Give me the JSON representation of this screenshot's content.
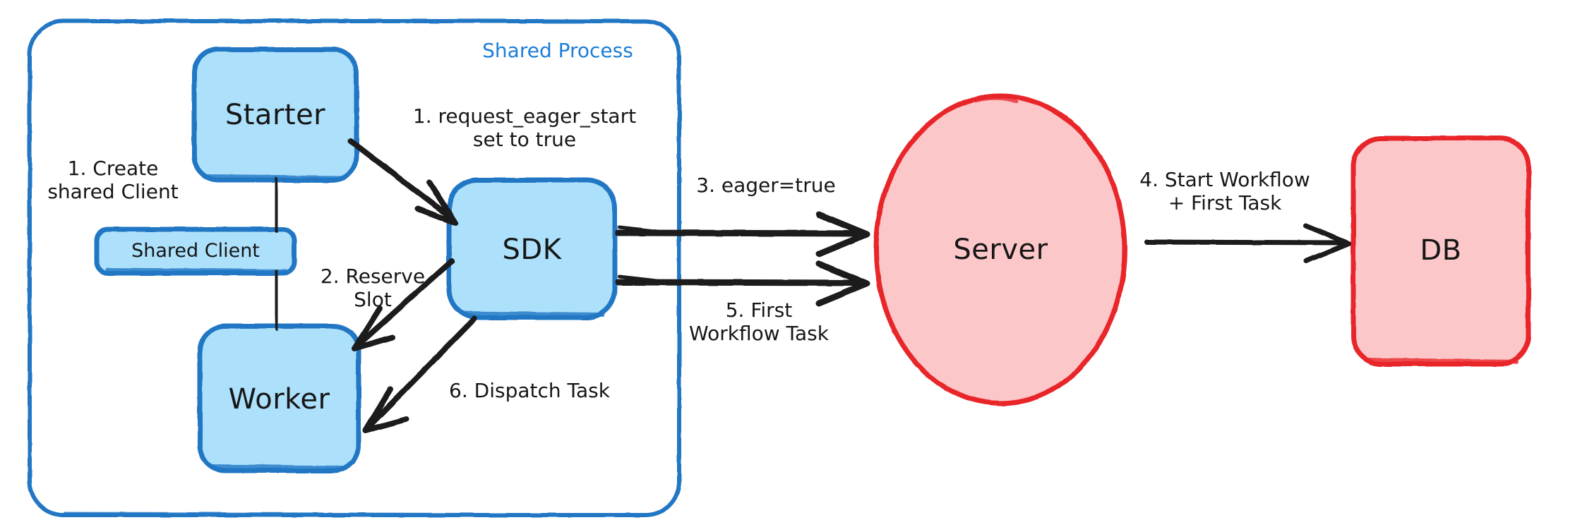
{
  "diagram": {
    "title": "Eager Workflow Start sequence diagram",
    "background": "#ffffff",
    "colors": {
      "blue_fill": "#ace0fb",
      "blue_stroke": "#2277c4",
      "red_fill": "#fcc7c9",
      "red_stroke": "#e8262a",
      "group_label_color": "#1c7ed6",
      "arrow_color": "#1a1a1a",
      "text_color": "#161616"
    },
    "groups": [
      {
        "id": "shared-process",
        "label": "Shared Process",
        "shape": "rounded-rect",
        "stroke": "#2277c4"
      }
    ],
    "nodes": [
      {
        "id": "starter",
        "label": "Starter",
        "shape": "rounded-rect",
        "fill": "#ace0fb",
        "stroke": "#2277c4"
      },
      {
        "id": "shared-client",
        "label": "Shared Client",
        "shape": "rounded-rect",
        "fill": "#ace0fb",
        "stroke": "#2277c4"
      },
      {
        "id": "worker",
        "label": "Worker",
        "shape": "rounded-rect",
        "fill": "#ace0fb",
        "stroke": "#2277c4"
      },
      {
        "id": "sdk",
        "label": "SDK",
        "shape": "rounded-rect",
        "fill": "#ace0fb",
        "stroke": "#2277c4"
      },
      {
        "id": "server",
        "label": "Server",
        "shape": "ellipse",
        "fill": "#fcc7c9",
        "stroke": "#e8262a"
      },
      {
        "id": "db",
        "label": "DB",
        "shape": "rounded-rect",
        "fill": "#fcc7c9",
        "stroke": "#e8262a"
      }
    ],
    "edges": [
      {
        "id": "e-create-shared-client",
        "label": "1. Create\nshared Client",
        "from": "starter",
        "to": "worker",
        "arrow": false
      },
      {
        "id": "e-request-eager-start",
        "label": "1. request_eager_start\nset to true",
        "from": "starter",
        "to": "sdk",
        "arrow": true
      },
      {
        "id": "e-reserve-slot",
        "label": "2. Reserve\nSlot",
        "from": "sdk",
        "to": "worker",
        "arrow": true
      },
      {
        "id": "e-eager-true",
        "label": "3. eager=true",
        "from": "sdk",
        "to": "server",
        "arrow": true
      },
      {
        "id": "e-start-workflow",
        "label": "4. Start Workflow\n+ First Task",
        "from": "server",
        "to": "db",
        "arrow": true
      },
      {
        "id": "e-first-workflow-task",
        "label": "5. First\nWorkflow Task",
        "from": "server",
        "to": "sdk",
        "arrow": true
      },
      {
        "id": "e-dispatch-task",
        "label": "6. Dispatch Task",
        "from": "sdk",
        "to": "worker",
        "arrow": true
      }
    ]
  }
}
